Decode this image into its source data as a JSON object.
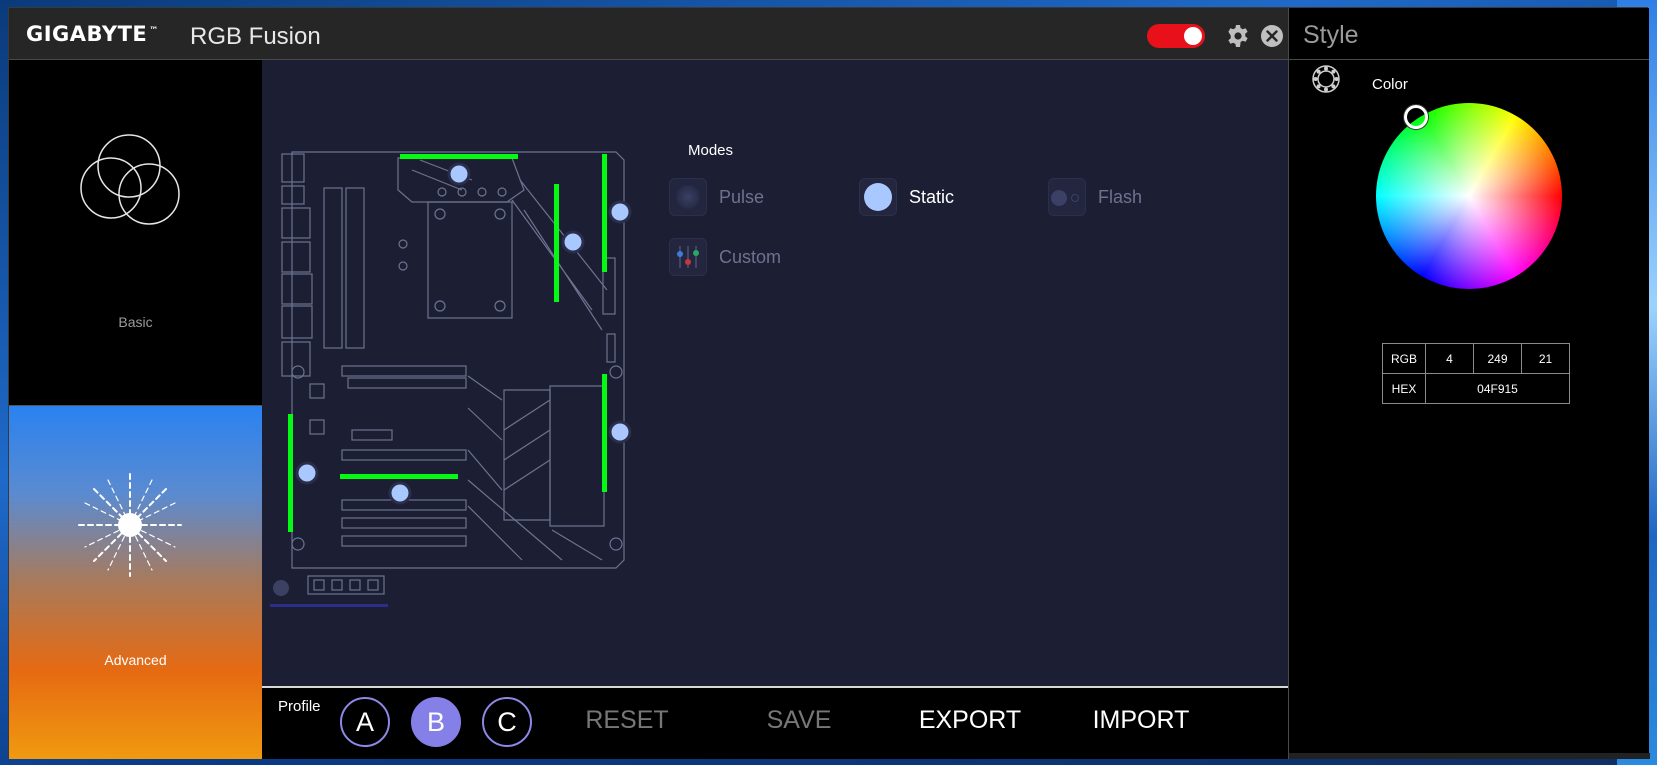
{
  "window": {
    "brand": "GIGABYTE",
    "brand_mark": "™",
    "title": "RGB Fusion",
    "power_toggle": "on"
  },
  "sidebar": {
    "tabs": [
      {
        "label": "Basic",
        "active": false
      },
      {
        "label": "Advanced",
        "active": true
      }
    ]
  },
  "modes": {
    "title": "Modes",
    "items": [
      {
        "label": "Pulse",
        "selected": false
      },
      {
        "label": "Static",
        "selected": true
      },
      {
        "label": "Flash",
        "selected": false
      },
      {
        "label": "Custom",
        "selected": false
      }
    ]
  },
  "profile": {
    "label": "Profile",
    "slots": [
      "A",
      "B",
      "C"
    ],
    "active_slot": "B",
    "actions": {
      "reset": "RESET",
      "save": "SAVE",
      "export": "EXPORT",
      "import": "IMPORT"
    }
  },
  "style_panel": {
    "title": "Style",
    "color_label": "Color",
    "rgb_label": "RGB",
    "r": "4",
    "g": "249",
    "b": "21",
    "hex_label": "HEX",
    "hex": "04F915"
  },
  "colors": {
    "accent": "#8580e8",
    "toggle_on": "#e8101a",
    "led_active": "#04f915",
    "led_node": "#a9c8ff",
    "canvas_bg": "#1c1e33"
  },
  "icons": {
    "basic_tab": "circles-icon",
    "advanced_tab": "starburst-icon",
    "settings": "gear-icon",
    "close": "close-icon",
    "color": "color-ring-icon"
  }
}
